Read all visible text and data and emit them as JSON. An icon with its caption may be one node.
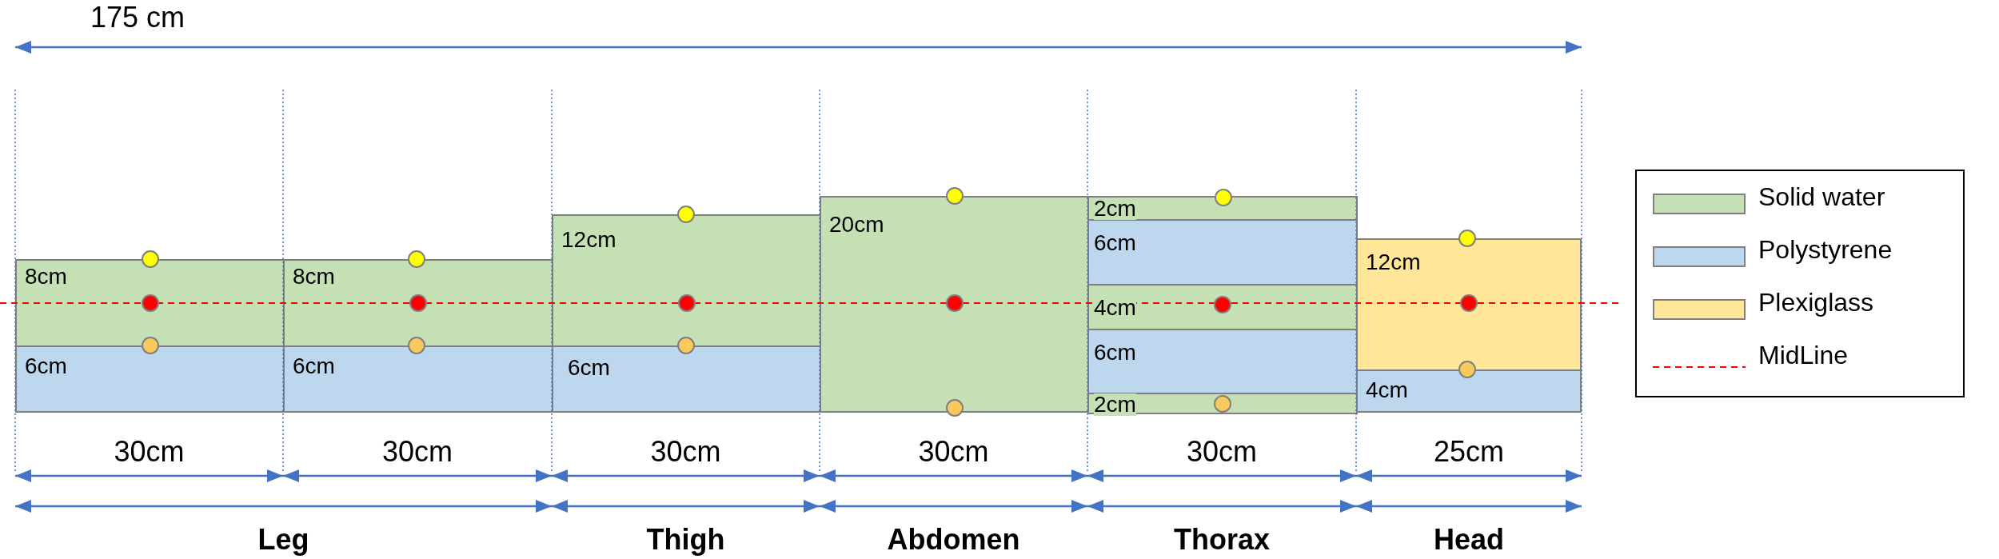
{
  "diagram": {
    "nodes": [
      {
        "text": [
          "8cm"
        ]
      },
      {
        "text": [
          "6cm"
        ]
      },
      {
        "text": [
          "8cm"
        ]
      },
      {
        "text": [
          "6cm"
        ]
      },
      {
        "text": [
          "12cm"
        ]
      },
      {
        "text": [
          "6cm"
        ]
      },
      {
        "text": [
          "20cm"
        ]
      },
      {
        "text": [
          "2cm"
        ]
      },
      {
        "text": [
          "6cm"
        ]
      },
      {
        "text": [
          "4cm"
        ]
      },
      {
        "text": [
          "6cm"
        ]
      },
      {
        "text": [
          "2cm"
        ]
      },
      {
        "text": [
          "12cm"
        ]
      },
      {
        "text": [
          "4cm"
        ]
      },
      {
        "text": [],
        "shape": "circle"
      },
      {
        "text": [],
        "shape": "circle",
        "in": 0
      },
      {
        "text": [],
        "shape": "circle"
      },
      {
        "text": [],
        "shape": "circle"
      },
      {
        "text": [],
        "shape": "circle",
        "in": 2
      },
      {
        "text": [],
        "shape": "circle"
      },
      {
        "text": [],
        "shape": "circle"
      },
      {
        "text": [],
        "shape": "circle",
        "in": 4
      },
      {
        "text": [],
        "shape": "circle"
      },
      {
        "text": [],
        "shape": "circle"
      },
      {
        "text": [],
        "shape": "circle",
        "in": 6
      },
      {
        "text": [],
        "shape": "circle"
      },
      {
        "text": [],
        "shape": "circle"
      },
      {
        "text": [],
        "shape": "circle",
        "in": 9
      },
      {
        "text": [],
        "shape": "circle",
        "in": 11
      },
      {
        "text": [],
        "shape": "circle"
      },
      {
        "text": [],
        "shape": "circle",
        "in": 12
      },
      {
        "text": [],
        "shape": "circle"
      }
    ],
    "edges": [],
    "labels": [
      "175 cm",
      "30cm",
      "30cm",
      "30cm",
      "30cm",
      "30cm",
      "25cm",
      "Leg",
      "Thigh",
      "Abdomen",
      "Thorax",
      "Head"
    ],
    "legend": [
      {
        "text": "Solid water",
        "color": "#c5e0b4"
      },
      {
        "text": "Polystyrene",
        "color": "#bdd7ee"
      },
      {
        "text": "Plexiglass",
        "color": "#ffe699"
      },
      {
        "text": "MidLine"
      }
    ]
  }
}
